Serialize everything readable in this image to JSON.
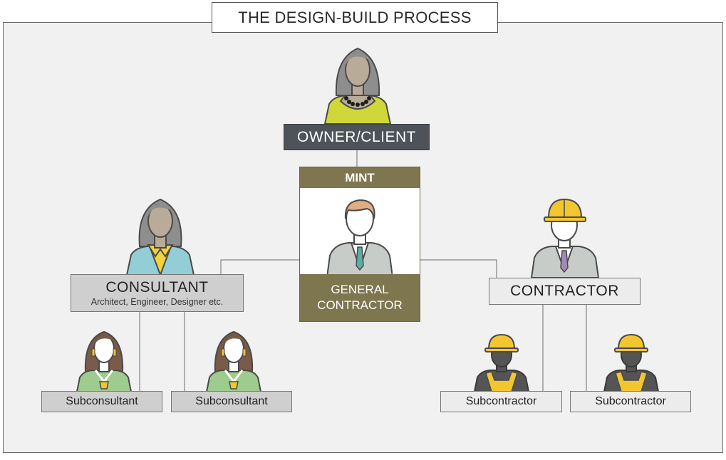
{
  "title": "THE DESIGN-BUILD PROCESS",
  "owner": {
    "label": "OWNER/CLIENT"
  },
  "mint": {
    "header": "MINT",
    "role_line1": "GENERAL",
    "role_line2": "CONTRACTOR"
  },
  "consultant": {
    "label": "CONSULTANT",
    "sublabel": "Architect, Engineer, Designer etc."
  },
  "contractor": {
    "label": "CONTRACTOR"
  },
  "subconsultants": [
    {
      "label": "Subconsultant"
    },
    {
      "label": "Subconsultant"
    }
  ],
  "subcontractors": [
    {
      "label": "Subcontractor"
    },
    {
      "label": "Subcontractor"
    }
  ],
  "colors": {
    "owner_box": "#4d5359",
    "mint_brand": "#7e764f",
    "consultant_box": "#cfcfcf",
    "contractor_box": "#ececec",
    "hardhat_yellow": "#f2c631",
    "owner_top": "#cfd838",
    "consultant_top": "#93cdd6"
  },
  "icons": [
    "woman-client-icon",
    "businessman-icon",
    "woman-consultant-icon",
    "contractor-hardhat-icon",
    "subconsultant-icon",
    "worker-hardhat-icon"
  ]
}
